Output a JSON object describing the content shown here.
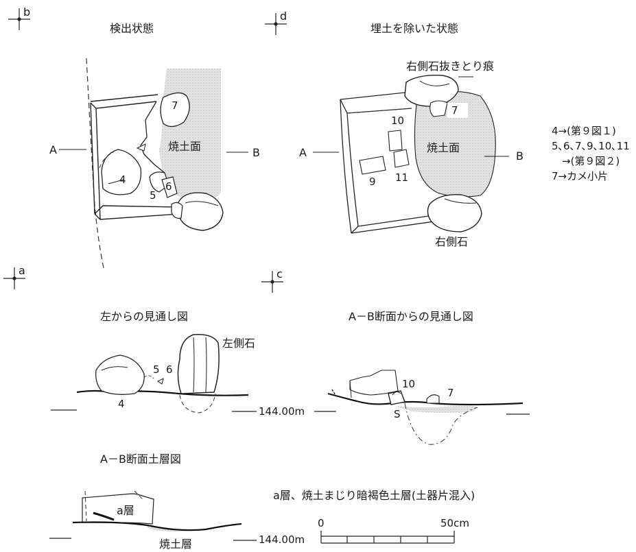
{
  "markers": {
    "b": "b",
    "d": "d",
    "a": "a",
    "c": "c"
  },
  "titles": {
    "detected": "検出状態",
    "removed": "埋土を除いた状態",
    "left_view": "左からの見通し図",
    "ab_view": "A－B断面からの見通し図",
    "ab_section": "A－B断面土層図"
  },
  "labels": {
    "burnt_surface": "焼土面",
    "right_stone_trace": "右側石抜きとり痕",
    "right_stone": "右側石",
    "left_stone": "左側石",
    "point_a": "A",
    "point_b": "B",
    "elev": "144.00m",
    "s": "S",
    "layer_a": "a層",
    "burnt_layer": "焼土層",
    "layer_note": "a層、焼土まじり暗褐色土層(土器片混入)",
    "scale_0": "0",
    "scale_50": "50cm"
  },
  "numbers": {
    "n4": "4",
    "n5": "5",
    "n6": "6",
    "n7": "7",
    "n9": "9",
    "n10": "10",
    "n11": "11"
  },
  "legend": [
    "4→(第９図１)",
    "5､6､7､9､10､11",
    "　→(第９図２)",
    "7→カメ小片"
  ]
}
